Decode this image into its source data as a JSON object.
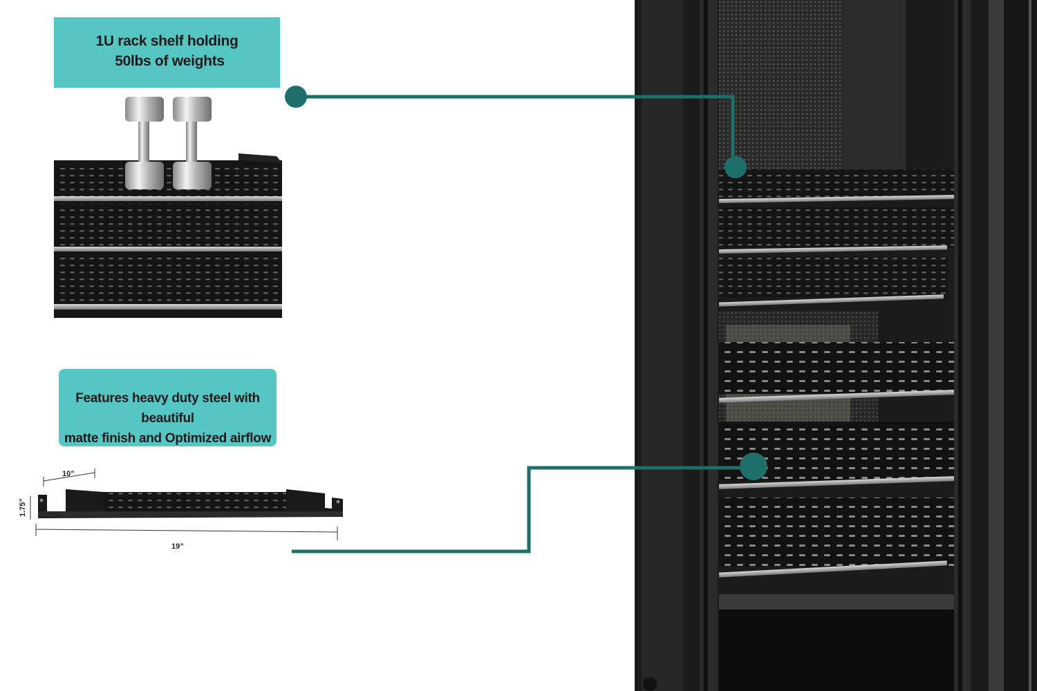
{
  "callouts": {
    "top": {
      "line1": "1U rack shelf holding",
      "line2": "50lbs of weights"
    },
    "bottom": {
      "line1": "Features heavy duty steel with beautiful",
      "line2": "matte finish and Optimized airflow"
    }
  },
  "dimensions": {
    "depth": "10”",
    "height": "1.75”",
    "width": "19”"
  },
  "colors": {
    "callout_bg": "#56c6c4",
    "connector": "#1e6e6c",
    "rack": "#1c1c1c",
    "shelf": "#141414"
  }
}
